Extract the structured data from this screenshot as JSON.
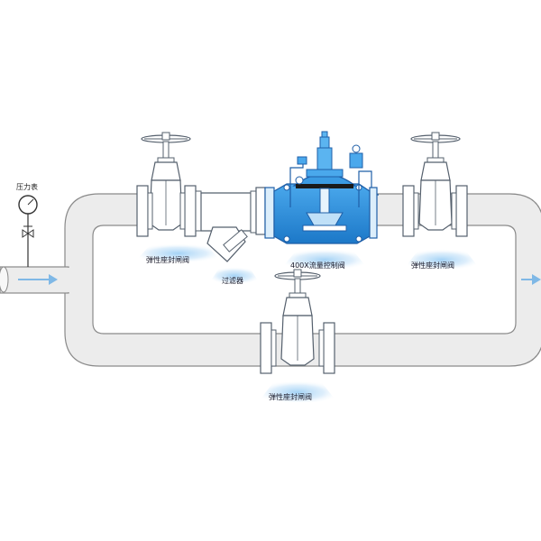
{
  "diagram": {
    "gauge_label": "压力表",
    "labels": {
      "gate_valve_left": "弹性座封闸阀",
      "strainer": "过滤器",
      "control_valve": "400X流量控制阀",
      "gate_valve_right": "弹性座封闸阀",
      "gate_valve_bypass": "弹性座封闸阀"
    }
  },
  "colors": {
    "pipe_fill": "#ededed",
    "pipe_stroke": "#8a8a8a",
    "valve_outline": "#55606d",
    "control_valve_blue": "#2b8fd8",
    "flange_blue": "#1f5fa8",
    "flow_arrow": "#7fb8e6",
    "red_arrow": "#d81e1e",
    "label_glow": "#a9d4f5"
  }
}
